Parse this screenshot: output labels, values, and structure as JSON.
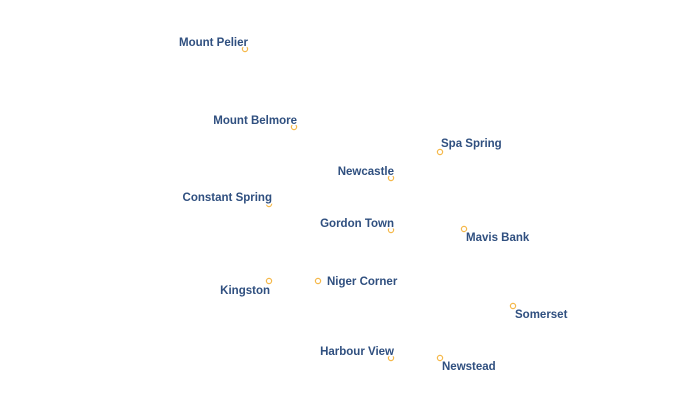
{
  "map": {
    "marker_color": "#f5b849",
    "label_color": "#2f4f7f",
    "label_halo_color": "#ffffff",
    "places": [
      {
        "name": "Mount Pelier",
        "label_side": "left-above"
      },
      {
        "name": "Mount Belmore",
        "label_side": "left-above"
      },
      {
        "name": "Spa Spring",
        "label_side": "right-above"
      },
      {
        "name": "Newcastle",
        "label_side": "left-above"
      },
      {
        "name": "Constant Spring",
        "label_side": "left-above"
      },
      {
        "name": "Gordon Town",
        "label_side": "left-above"
      },
      {
        "name": "Mavis Bank",
        "label_side": "right-below"
      },
      {
        "name": "Kingston",
        "label_side": "left-below"
      },
      {
        "name": "Niger Corner",
        "label_side": "right"
      },
      {
        "name": "Somerset",
        "label_side": "right-below"
      },
      {
        "name": "Harbour View",
        "label_side": "left-above"
      },
      {
        "name": "Newstead",
        "label_side": "right-below"
      }
    ]
  }
}
